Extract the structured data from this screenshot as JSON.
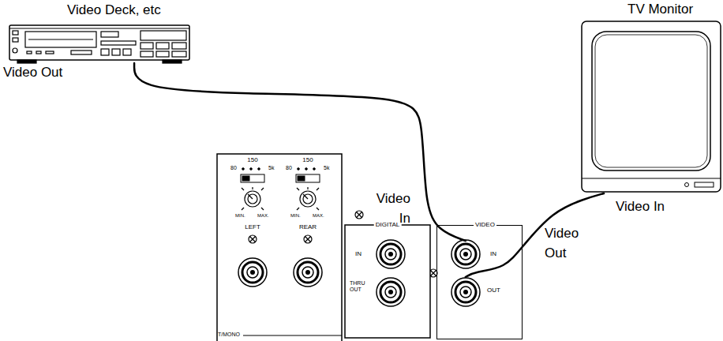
{
  "diagram": {
    "nodes": [
      {
        "text": [
          "Video Deck, etc",
          "Video Out"
        ]
      },
      {
        "text": [
          "TV Monitor",
          "Video In"
        ]
      },
      {
        "text": [
          "VIDEO"
        ]
      },
      {
        "text": [
          "IN"
        ],
        "in": 2
      },
      {
        "text": [
          "OUT"
        ],
        "in": 2
      }
    ],
    "edges": [
      {
        "from": 0,
        "to": 3,
        "arrow": "none"
      },
      {
        "from": 4,
        "to": 1,
        "arrow": "none"
      }
    ],
    "labels": [
      "Video In",
      "Video Out",
      "DIGITAL",
      "IN",
      "THRU OUT",
      "150",
      "80",
      "5k",
      "150",
      "80",
      "5k",
      "MIN.",
      "MAX.",
      "MIN.",
      "MAX.",
      "LEFT",
      "REAR",
      "T/MONO"
    ]
  }
}
